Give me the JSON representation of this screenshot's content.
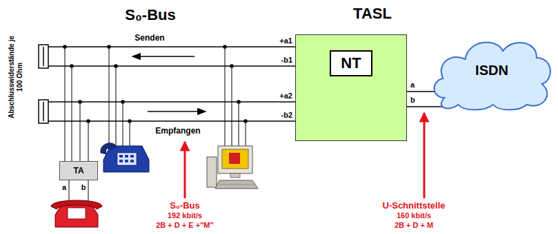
{
  "diagram": {
    "nodes": [
      {
        "text": [
          "NT"
        ]
      },
      {
        "text": [
          "ISDN"
        ]
      },
      {
        "text": [
          "TA"
        ]
      }
    ],
    "edges": [
      {
        "from": 0,
        "to": 1,
        "arrow": "none",
        "label": "a"
      },
      {
        "from": 0,
        "to": 1,
        "arrow": "none",
        "label": "b"
      }
    ],
    "labels": [
      "S₀-Bus",
      "TASL",
      "Abschlusswiderstände je 100 Ohm",
      "Senden",
      "+a1",
      "-b1",
      "+a2",
      "-b2",
      "Empfangen",
      "a",
      "b",
      "S₀-Bus",
      "192 kbit/s",
      "2B + D + E +\"M\"",
      "U-Schnittstelle",
      "160 kbit/s",
      "2B + D + M"
    ]
  }
}
